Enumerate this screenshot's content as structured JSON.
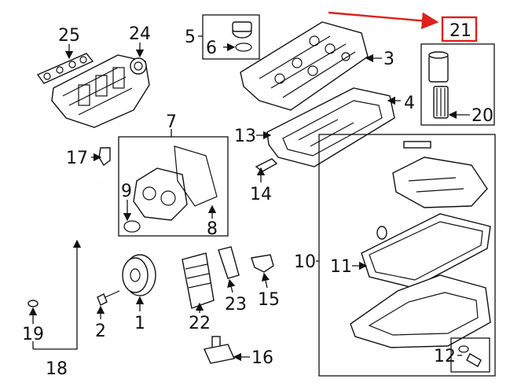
{
  "callouts": {
    "n1": "1",
    "n2": "2",
    "n3": "3",
    "n4": "4",
    "n5": "5",
    "n6": "6",
    "n7": "7",
    "n8": "8",
    "n9": "9",
    "n10": "10",
    "n11": "11",
    "n12": "12",
    "n13": "13",
    "n14": "14",
    "n15": "15",
    "n16": "16",
    "n17": "17",
    "n18": "18",
    "n19": "19",
    "n20": "20",
    "n21": "21",
    "n22": "22",
    "n23": "23",
    "n24": "24",
    "n25": "25"
  },
  "highlight": {
    "callout": "21",
    "color": "#e0201c"
  }
}
